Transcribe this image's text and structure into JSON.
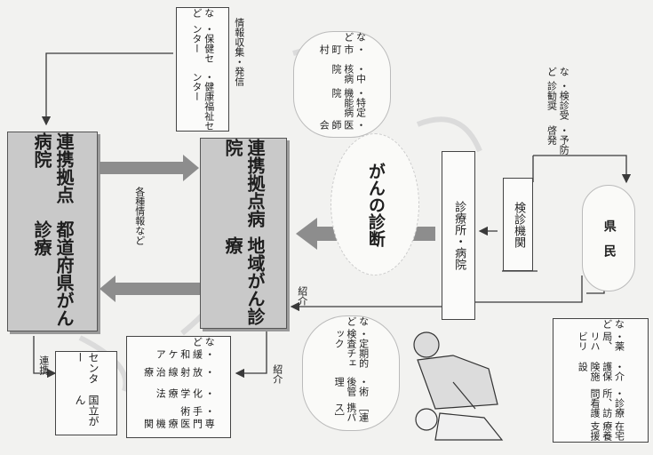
{
  "nodes": {
    "prefectural_hub": [
      "都道府県がん診療",
      "連携拠点病院"
    ],
    "regional_hub": [
      "地域がん診療",
      "連携拠点病院"
    ],
    "clinic": "診療所・病院",
    "screening": "検診機関",
    "residents": "県　民",
    "national_center": [
      "国立がん",
      "センター"
    ],
    "specialist": [
      "専門医療機関",
      "・手術",
      "・化学療法",
      "・放射線治療",
      "・緩和ケア",
      "など"
    ],
    "health_center": [
      "・健康福祉センター",
      "・保健センター",
      "など"
    ],
    "medical_assoc": [
      "・医師会",
      "・特定機能病院",
      "・中核病院",
      "・市町村",
      "など"
    ],
    "prevention": [
      "・予防啓発",
      "・検診受診勧奨",
      "など"
    ],
    "pathway": [
      "［連携パス］",
      "・術後管理",
      "・定期的検査チェック",
      "など"
    ],
    "home_care": [
      "在宅療養支援",
      "・診療所、訪問看護",
      "・介護保険施設",
      "・薬局、リハビリ",
      "など"
    ]
  },
  "labels": {
    "cancer_diagnosis": "がんの診断",
    "info_share": "各種情報など",
    "collaboration": "連携",
    "info_collection": "情報収集・発信",
    "referral_1": "紹介",
    "referral_2": "紹介"
  },
  "colors": {
    "line": "#3a3a3a",
    "box_fill": "#c9c9c9",
    "arrow_fill": "#8d8d8d"
  }
}
